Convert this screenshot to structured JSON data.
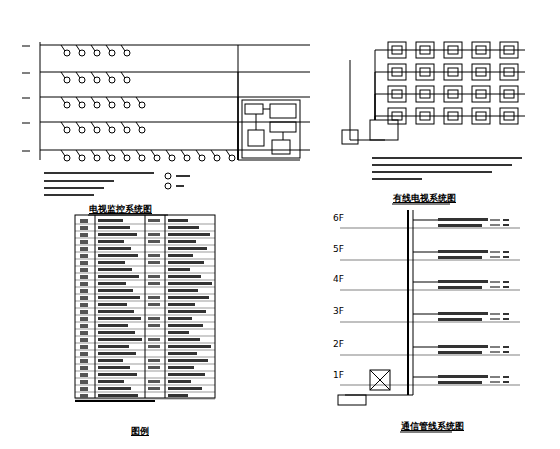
{
  "diagram": {
    "labels": [
      "电视监控系统图",
      "有线电视系统图",
      "图例",
      "通信管线系统图",
      "6F",
      "5F",
      "4F",
      "3F",
      "2F",
      "1F"
    ]
  }
}
